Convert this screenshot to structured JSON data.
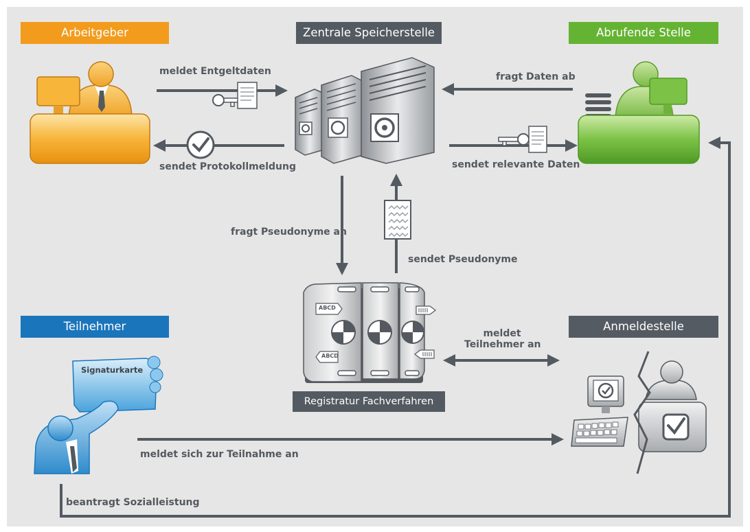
{
  "colors": {
    "background": "#e6e6e6",
    "arbeitgeber": "#f29b1c",
    "zentrale": "#545a61",
    "abrufende": "#65b332",
    "teilnehmer": "#1b75bb",
    "anmeldestelle": "#555b62",
    "arrow": "#545a61",
    "text": "#54595f"
  },
  "boxes": {
    "arbeitgeber": "Arbeitgeber",
    "zentrale": "Zentrale Speicherstelle",
    "abrufende": "Abrufende Stelle",
    "teilnehmer": "Teilnehmer",
    "anmeldestelle": "Anmeldestelle",
    "registratur": "Registratur Fachverfahren"
  },
  "flows": {
    "meldet_entgelt": "meldet Entgeltdaten",
    "protokoll": "sendet Protokollmeldung",
    "fragt_daten": "fragt Daten ab",
    "sendet_relevante": "sendet relevante Daten",
    "fragt_pseudonyme": "fragt Pseudonyme an",
    "sendet_pseudonyme": "sendet Pseudonyme",
    "meldet_teilnehmer_1": "meldet",
    "meldet_teilnehmer_2": "Teilnehmer an",
    "meldet_teilnahme": "meldet sich zur Teilnahme an",
    "beantragt": "beantragt Sozialleistung"
  },
  "card": {
    "label": "Signaturkarte"
  },
  "registratur_tags": {
    "tag_top": "ABCD",
    "tag_bottom": "ABCD"
  },
  "icons": [
    "key-icon",
    "document-icon",
    "checkmark-icon",
    "server-icon",
    "safe-icon",
    "person-icon",
    "monitor-icon",
    "keyboard-icon",
    "signature-card-icon"
  ]
}
